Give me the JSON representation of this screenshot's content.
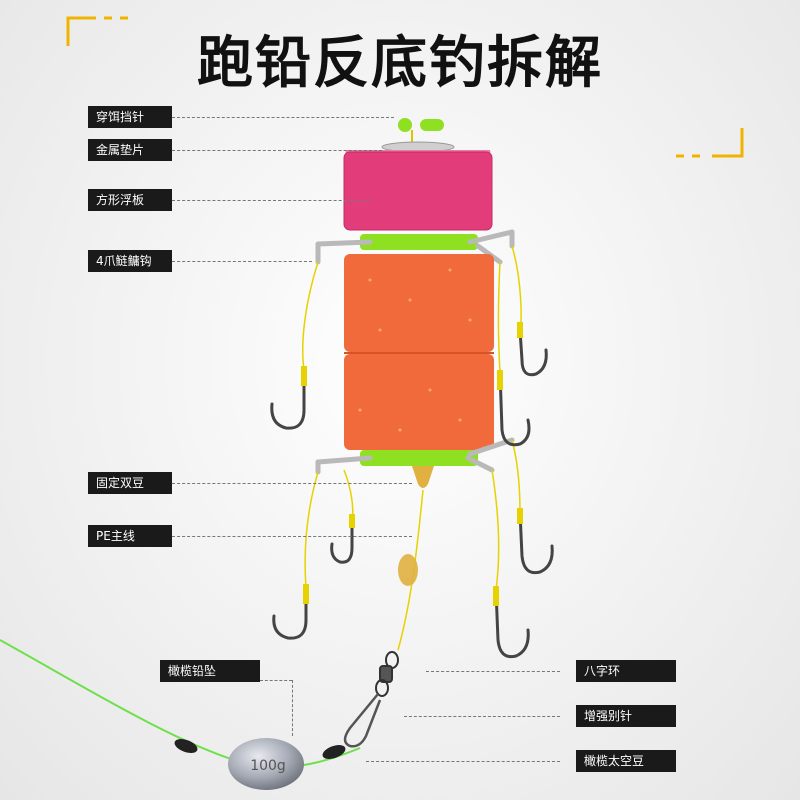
{
  "title": "跑铅反底钓拆解",
  "labels": {
    "bait_stop_pin": "穿饵挡针",
    "metal_washer": "金属垫片",
    "square_float": "方形浮板",
    "four_claw_hook": "4爪鲢鳙钩",
    "fixed_double_bead": "固定双豆",
    "pe_main_line": "PE主线",
    "olive_lead_sinker": "橄榄铅坠",
    "swivel": "八字环",
    "reinforced_snap": "增强别针",
    "olive_space_bean": "橄榄太空豆"
  },
  "sinker_text": "100g",
  "colors": {
    "accent_frame": "#f0b400",
    "float_pink": "#e23d7a",
    "bait_orange": "#f06a3c",
    "connector_green": "#8fe020",
    "line_yellow": "#e6d200",
    "main_line_green": "#6de04a",
    "label_bg": "#1a1a1a"
  }
}
